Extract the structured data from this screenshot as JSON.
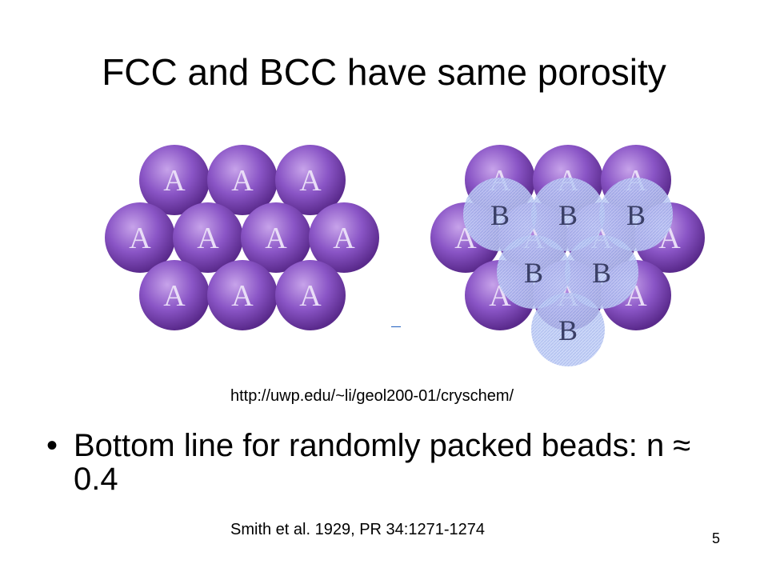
{
  "slide": {
    "title": "FCC and BCC have same porosity",
    "source_url": "http://uwp.edu/~li/geol200-01/cryschem/",
    "bullet_symbol": "•",
    "bullet_text": "Bottom line for randomly packed beads: n ≈ 0.4",
    "citation": "Smith et al. 1929, PR 34:1271-1274",
    "page_number": "5"
  },
  "diagram": {
    "layer_a_label": "A",
    "layer_b_label": "B",
    "sphere_color": "#8a55c6",
    "sphere_dark_color": "#5a2a8c",
    "overlay_color": "#b9c8f5"
  }
}
